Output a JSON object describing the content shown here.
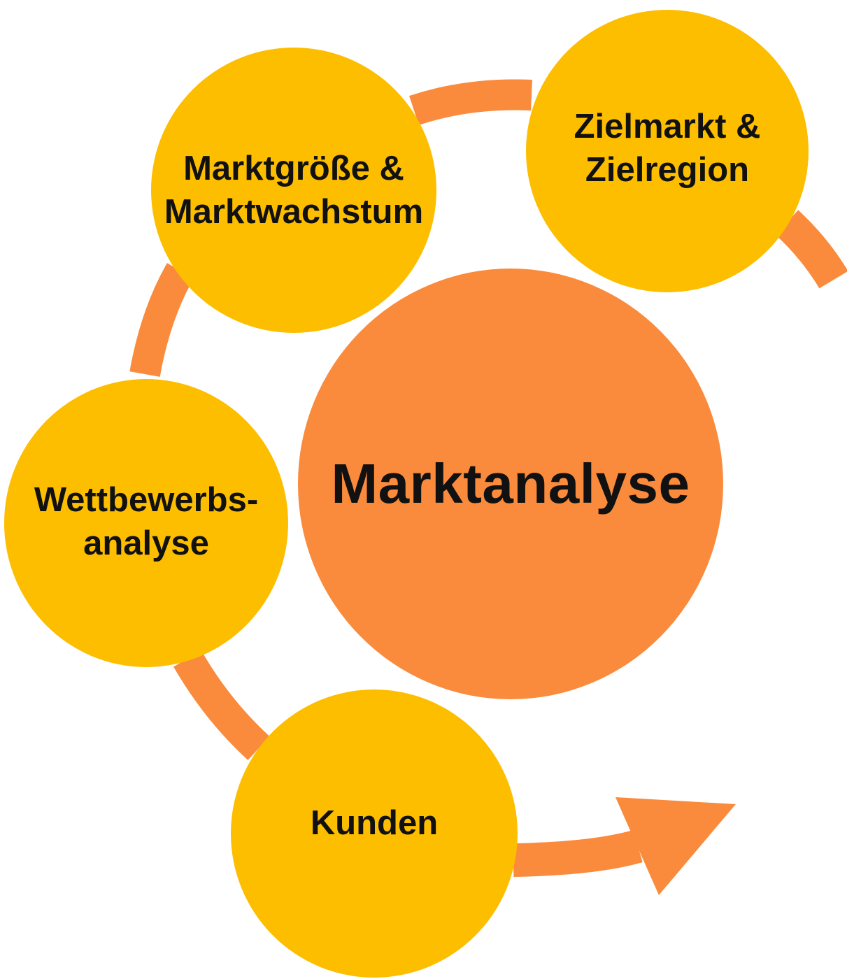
{
  "colors": {
    "arrow": "#FA8A3C",
    "satellite": "#FDBE00",
    "center": "#FA8A3C",
    "text": "#111111"
  },
  "center": {
    "label": "Marktanalyse"
  },
  "nodes": [
    {
      "id": "marktgroesse",
      "lines": [
        "Marktgröße &",
        "Marktwachstum"
      ]
    },
    {
      "id": "zielmarkt",
      "lines": [
        "Zielmarkt &",
        "Zielregion"
      ]
    },
    {
      "id": "wettbewerb",
      "lines": [
        "Wettbewerbs-",
        "analyse"
      ]
    },
    {
      "id": "kunden",
      "lines": [
        "Kunden"
      ]
    }
  ]
}
